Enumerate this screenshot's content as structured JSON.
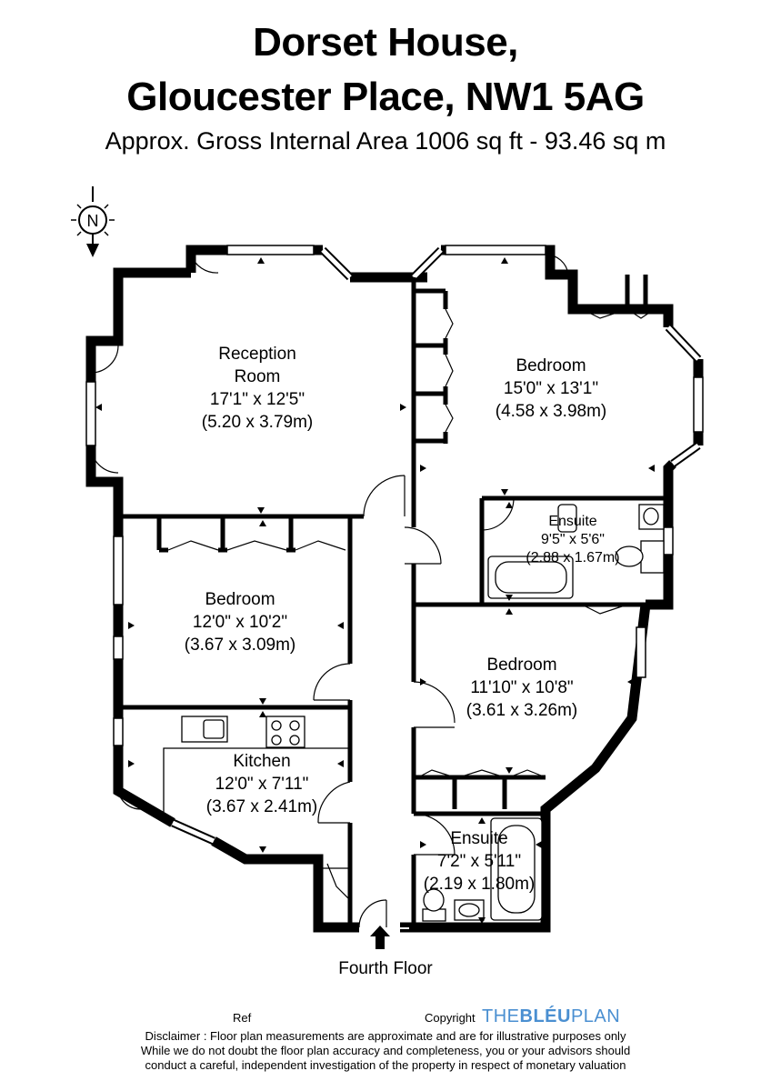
{
  "header": {
    "title_line1": "Dorset House,",
    "title_line2": "Gloucester Place, NW1 5AG",
    "area": "Approx. Gross Internal Area 1006 sq ft - 93.46 sq m"
  },
  "compass": {
    "letter": "N",
    "icon": "north-arrow-icon"
  },
  "rooms": {
    "reception": {
      "name_line1": "Reception",
      "name_line2": "Room",
      "imperial": "17'1\" x 12'5\"",
      "metric": "(5.20 x 3.79m)"
    },
    "bedroom_ne": {
      "name": "Bedroom",
      "imperial": "15'0\" x 13'1\"",
      "metric": "(4.58 x 3.98m)"
    },
    "ensuite_ne": {
      "name": "Ensuite",
      "imperial": "9'5\" x 5'6\"",
      "metric": "(2.88 x 1.67m)"
    },
    "bedroom_w": {
      "name": "Bedroom",
      "imperial": "12'0\" x 10'2\"",
      "metric": "(3.67 x 3.09m)"
    },
    "bedroom_e": {
      "name": "Bedroom",
      "imperial": "11'10\" x 10'8\"",
      "metric": "(3.61 x 3.26m)"
    },
    "kitchen": {
      "name": "Kitchen",
      "imperial": "12'0\" x 7'11\"",
      "metric": "(3.67 x 2.41m)"
    },
    "ensuite_s": {
      "name": "Ensuite",
      "imperial": "7'2\" x 5'11\"",
      "metric": "(2.19 x 1.80m)"
    }
  },
  "floor": "Fourth Floor",
  "footer": {
    "ref": "Ref",
    "copyright": "Copyright",
    "brand_the": "THE",
    "brand_bleu": "BLÉU",
    "brand_plan": "PLAN",
    "brand_color": "#4a8fd1",
    "disclaimer_lines": [
      "Disclaimer : Floor plan measurements are approximate and are for illustrative purposes only",
      "While we do not doubt the floor plan accuracy and completeness, you or your advisors should",
      "conduct a careful, independent investigation of the property in respect of monetary valuation"
    ]
  }
}
